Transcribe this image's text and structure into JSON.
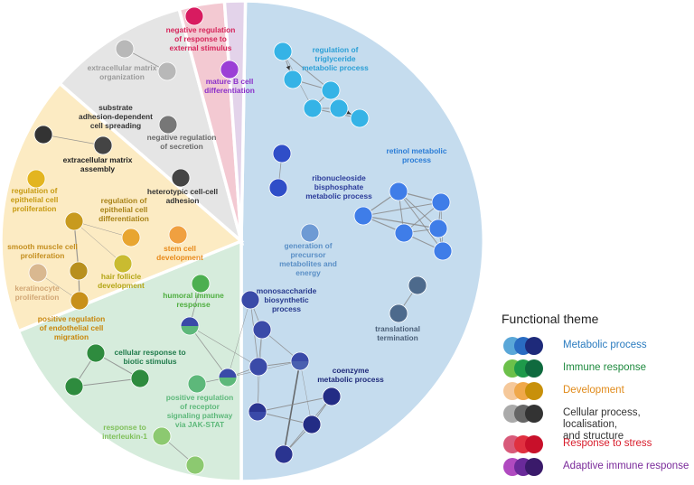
{
  "sectors": [
    {
      "id": "metabolic",
      "fill": "#c5dcee"
    },
    {
      "id": "immune",
      "fill": "#d6ecdc"
    },
    {
      "id": "development",
      "fill": "#fcebc3"
    },
    {
      "id": "cellular",
      "fill": "#e5e5e5"
    },
    {
      "id": "stress",
      "fill": "#f3c9d2"
    },
    {
      "id": "adaptive",
      "fill": "#e3d3ea"
    }
  ],
  "terms": [
    {
      "id": "regulation-of-triglyceride-metabolic-process",
      "lines": [
        "regulation of",
        "triglyceride",
        "metabolic process"
      ],
      "color": "#2a9fd6"
    },
    {
      "id": "retinol-metabolic-process",
      "lines": [
        "retinol metabolic",
        "process"
      ],
      "color": "#2a7cd6"
    },
    {
      "id": "ribonucleoside-bisphosphate-metabolic-process",
      "lines": [
        "ribonucleoside",
        "bisphosphate",
        "metabolic process"
      ],
      "color": "#2b3b9a"
    },
    {
      "id": "generation-of-precursor-metabolites-and-energy",
      "lines": [
        "generation of",
        "precursor",
        "metabolites and",
        "energy"
      ],
      "color": "#5a8fc6"
    },
    {
      "id": "monosaccharide-biosynthetic-process",
      "lines": [
        "monosaccharide",
        "biosynthetic",
        "process"
      ],
      "color": "#283a8e"
    },
    {
      "id": "translational-termination",
      "lines": [
        "translational",
        "termination"
      ],
      "color": "#4a5f78"
    },
    {
      "id": "coenzyme-metabolic-process",
      "lines": [
        "coenzyme",
        "metabolic process"
      ],
      "color": "#1f2a7a"
    },
    {
      "id": "humoral-immune-response",
      "lines": [
        "humoral immune",
        "response"
      ],
      "color": "#4eae3f"
    },
    {
      "id": "cellular-response-to-biotic-stimulus",
      "lines": [
        "cellular response to",
        "biotic stimulus"
      ],
      "color": "#1e7a4a"
    },
    {
      "id": "positive-regulation-of-receptor-signaling-pathway-via-jak-stat",
      "lines": [
        "positive regulation",
        "of receptor",
        "signaling pathway",
        "via JAK-STAT"
      ],
      "color": "#5db87a"
    },
    {
      "id": "response-to-interleukin-1",
      "lines": [
        "response to",
        "interleukin-1"
      ],
      "color": "#7fc05a"
    },
    {
      "id": "regulation-of-epithelial-cell-proliferation",
      "lines": [
        "regulation of",
        "epithelial cell",
        "proliferation"
      ],
      "color": "#c79a10"
    },
    {
      "id": "regulation-of-epithelial-cell-differentiation",
      "lines": [
        "regulation of",
        "epithelial cell",
        "differentiation"
      ],
      "color": "#a88216"
    },
    {
      "id": "smooth-muscle-cell-proliferation",
      "lines": [
        "smooth muscle cell",
        "proliferation"
      ],
      "color": "#c48e1e"
    },
    {
      "id": "stem-cell-development",
      "lines": [
        "stem cell",
        "development"
      ],
      "color": "#e88a1a"
    },
    {
      "id": "hair-follicle-development",
      "lines": [
        "hair follicle",
        "development"
      ],
      "color": "#b3a515"
    },
    {
      "id": "keratinocyte-proliferation",
      "lines": [
        "keratinocyte",
        "proliferation"
      ],
      "color": "#d2a775"
    },
    {
      "id": "positive-regulation-of-endothelial-cell-migration",
      "lines": [
        "positive regulation",
        "of endothelial cell",
        "migration"
      ],
      "color": "#c8860a"
    },
    {
      "id": "extracellular-matrix-organization",
      "lines": [
        "extracellular matrix",
        "organization"
      ],
      "color": "#9b9b9b"
    },
    {
      "id": "substrate-adhesion-dependent-cell-spreading",
      "lines": [
        "substrate",
        "adhesion-dependent",
        "cell spreading"
      ],
      "color": "#333333"
    },
    {
      "id": "negative-regulation-of-secretion",
      "lines": [
        "negative regulation",
        "of secretion"
      ],
      "color": "#6a6a6a"
    },
    {
      "id": "extracellular-matrix-assembly",
      "lines": [
        "extracellular matrix",
        "assembly"
      ],
      "color": "#222222"
    },
    {
      "id": "heterotypic-cell-cell-adhesion",
      "lines": [
        "heterotypic cell-cell",
        "adhesion"
      ],
      "color": "#333333"
    },
    {
      "id": "negative-regulation-of-response-to-external-stimulus",
      "lines": [
        "negative regulation",
        "of response to",
        "external stimulus"
      ],
      "color": "#d6245a"
    },
    {
      "id": "mature-b-cell-differentiation",
      "lines": [
        "mature B cell",
        "differentiation"
      ],
      "color": "#8b2fc9"
    }
  ],
  "nodes": [
    {
      "id": "t1",
      "color": "#35b3e6"
    },
    {
      "id": "t2",
      "color": "#35b3e6"
    },
    {
      "id": "t3",
      "color": "#35b3e6"
    },
    {
      "id": "t4",
      "color": "#35b3e6"
    },
    {
      "id": "t5",
      "color": "#35b3e6"
    },
    {
      "id": "t6",
      "color": "#35b3e6"
    },
    {
      "id": "r1",
      "color": "#3f7de8"
    },
    {
      "id": "r2",
      "color": "#3f7de8"
    },
    {
      "id": "r3",
      "color": "#3f7de8"
    },
    {
      "id": "r4",
      "color": "#3f7de8"
    },
    {
      "id": "r5",
      "color": "#3f7de8"
    },
    {
      "id": "r6",
      "color": "#3f7de8"
    },
    {
      "id": "rb1",
      "color": "#2f4ec8"
    },
    {
      "id": "rb2",
      "color": "#2f4ec8"
    },
    {
      "id": "gp",
      "color": "#6e9ad4"
    },
    {
      "id": "tt1",
      "color": "#4d6a8c"
    },
    {
      "id": "tt2",
      "color": "#4d6a8c"
    },
    {
      "id": "m1",
      "color": "#3a4aa8"
    },
    {
      "id": "m2",
      "color": "#3a4aa8"
    },
    {
      "id": "m3",
      "color": "#3a4aa8"
    },
    {
      "id": "m4",
      "color": "#3a4aa8",
      "color2": "#4a5fb0"
    },
    {
      "id": "c1",
      "color": "#2a3490",
      "color2": "#3a4aa8"
    },
    {
      "id": "c2",
      "color": "#232c85"
    },
    {
      "id": "c3",
      "color": "#232c85"
    },
    {
      "id": "c4",
      "color": "#2a3490"
    },
    {
      "id": "h1",
      "color": "#4caf50"
    },
    {
      "id": "h2",
      "color": "#3a4aa8",
      "color2": "#5db87a"
    },
    {
      "id": "h3",
      "color": "#3a4aa8",
      "color2": "#5db87a"
    },
    {
      "id": "h4",
      "color": "#5db87a"
    },
    {
      "id": "b1",
      "color": "#2e8b3e"
    },
    {
      "id": "b2",
      "color": "#2e8b3e"
    },
    {
      "id": "b3",
      "color": "#2e8b3e"
    },
    {
      "id": "i1",
      "color": "#8cc970"
    },
    {
      "id": "i2",
      "color": "#8cc970"
    },
    {
      "id": "d1",
      "color": "#e3b520"
    },
    {
      "id": "d2",
      "color": "#c89a1e"
    },
    {
      "id": "d3",
      "color": "#e8a530"
    },
    {
      "id": "d4",
      "color": "#f0a040"
    },
    {
      "id": "d5",
      "color": "#c9bb30"
    },
    {
      "id": "d6",
      "color": "#d9b890"
    },
    {
      "id": "d7",
      "color": "#b8901e"
    },
    {
      "id": "d8",
      "color": "#c8901a"
    },
    {
      "id": "g1",
      "color": "#b8b8b8"
    },
    {
      "id": "g2",
      "color": "#b8b8b8"
    },
    {
      "id": "g3",
      "color": "#333333"
    },
    {
      "id": "g4",
      "color": "#444444"
    },
    {
      "id": "g5",
      "color": "#777777"
    },
    {
      "id": "g6",
      "color": "#444444"
    },
    {
      "id": "s1",
      "color": "#d81b60"
    },
    {
      "id": "a1",
      "color": "#9b3fd6"
    }
  ],
  "edges": [
    {
      "from": "t1",
      "to": "t2",
      "w": 1,
      "arrow": true
    },
    {
      "from": "t1",
      "to": "t3",
      "w": 1
    },
    {
      "from": "t2",
      "to": "t3",
      "w": 1
    },
    {
      "from": "t3",
      "to": "t4",
      "w": 1
    },
    {
      "from": "t4",
      "to": "t5",
      "w": 1
    },
    {
      "from": "t4",
      "to": "t6",
      "w": 1
    },
    {
      "from": "t5",
      "to": "t6",
      "w": 1.4,
      "arrow": true
    },
    {
      "from": "t1",
      "to": "t4",
      "w": 0.6
    },
    {
      "from": "r1",
      "to": "r2",
      "w": 1.2
    },
    {
      "from": "r1",
      "to": "r3",
      "w": 1.2
    },
    {
      "from": "r1",
      "to": "r4",
      "w": 1
    },
    {
      "from": "r1",
      "to": "r5",
      "w": 1
    },
    {
      "from": "r1",
      "to": "r6",
      "w": 1
    },
    {
      "from": "r2",
      "to": "r3",
      "w": 1
    },
    {
      "from": "r2",
      "to": "r4",
      "w": 1
    },
    {
      "from": "r2",
      "to": "r5",
      "w": 1
    },
    {
      "from": "r3",
      "to": "r4",
      "w": 1.2
    },
    {
      "from": "r3",
      "to": "r5",
      "w": 1.2
    },
    {
      "from": "r4",
      "to": "r5",
      "w": 1
    },
    {
      "from": "r4",
      "to": "r6",
      "w": 1
    },
    {
      "from": "r5",
      "to": "r6",
      "w": 1
    },
    {
      "from": "r2",
      "to": "r6",
      "w": 0.7
    },
    {
      "from": "rb1",
      "to": "rb2",
      "w": 0.8
    },
    {
      "from": "tt1",
      "to": "tt2",
      "w": 1
    },
    {
      "from": "m1",
      "to": "m2",
      "w": 0.8
    },
    {
      "from": "m1",
      "to": "m3",
      "w": 0.8
    },
    {
      "from": "m2",
      "to": "m3",
      "w": 0.8
    },
    {
      "from": "m2",
      "to": "m4",
      "w": 0.8
    },
    {
      "from": "m3",
      "to": "m4",
      "w": 1
    },
    {
      "from": "m3",
      "to": "c1",
      "w": 0.5
    },
    {
      "from": "m4",
      "to": "c4",
      "w": 1.6
    },
    {
      "from": "c1",
      "to": "c2",
      "w": 1
    },
    {
      "from": "c1",
      "to": "c3",
      "w": 1
    },
    {
      "from": "c2",
      "to": "c3",
      "w": 1
    },
    {
      "from": "c2",
      "to": "c4",
      "w": 0.8
    },
    {
      "from": "c3",
      "to": "c4",
      "w": 1
    },
    {
      "from": "m4",
      "to": "c3",
      "w": 0.5
    },
    {
      "from": "m2",
      "to": "c1",
      "w": 0.4
    },
    {
      "from": "h1",
      "to": "h2",
      "w": 0.8
    },
    {
      "from": "h2",
      "to": "h3",
      "w": 0.8
    },
    {
      "from": "h2",
      "to": "m3",
      "w": 0.6
    },
    {
      "from": "h3",
      "to": "m3",
      "w": 0.8
    },
    {
      "from": "h3",
      "to": "h4",
      "w": 0.8
    },
    {
      "from": "h3",
      "to": "m4",
      "w": 0.6
    },
    {
      "from": "m1",
      "to": "h3",
      "w": 0.5
    },
    {
      "from": "b1",
      "to": "b2",
      "w": 1
    },
    {
      "from": "b1",
      "to": "b3",
      "w": 1
    },
    {
      "from": "b2",
      "to": "b3",
      "w": 1
    },
    {
      "from": "i1",
      "to": "i2",
      "w": 0.8
    },
    {
      "from": "d2",
      "to": "d3",
      "w": 0.5
    },
    {
      "from": "d2",
      "to": "d7",
      "w": 1.2
    },
    {
      "from": "d7",
      "to": "d8",
      "w": 1.2
    },
    {
      "from": "d2",
      "to": "d5",
      "w": 0.5
    },
    {
      "from": "d6",
      "to": "d8",
      "w": 0.5
    },
    {
      "from": "g1",
      "to": "g2",
      "w": 0.8
    },
    {
      "from": "g3",
      "to": "g4",
      "w": 0.8
    }
  ],
  "legend": {
    "title": "Functional theme",
    "items": [
      {
        "label": "Metabolic process",
        "text_color": "#2a7bbf",
        "swatches": [
          "#5aa7d8",
          "#2a6cc2",
          "#1e2a7a"
        ]
      },
      {
        "label": "Immune response",
        "text_color": "#1e8a3e",
        "swatches": [
          "#6cc04a",
          "#1e9a4a",
          "#0f6a3e"
        ]
      },
      {
        "label": "Development",
        "text_color": "#e08a1a",
        "swatches": [
          "#f5c89a",
          "#f0a84a",
          "#c8900a"
        ]
      },
      {
        "label": "Cellular process, localisation, and structure",
        "lines": [
          "Cellular process, localisation,",
          "and structure"
        ],
        "text_color": "#333333",
        "swatches": [
          "#aaaaaa",
          "#666666",
          "#333333"
        ]
      },
      {
        "label": "Response to stress",
        "text_color": "#d81b2a",
        "swatches": [
          "#d85a7a",
          "#e03040",
          "#c8102a"
        ]
      },
      {
        "label": "Adaptive immune response",
        "text_color": "#7a2a9a",
        "swatches": [
          "#b04ac0",
          "#6a2a9a",
          "#3a1a6a"
        ]
      }
    ]
  }
}
